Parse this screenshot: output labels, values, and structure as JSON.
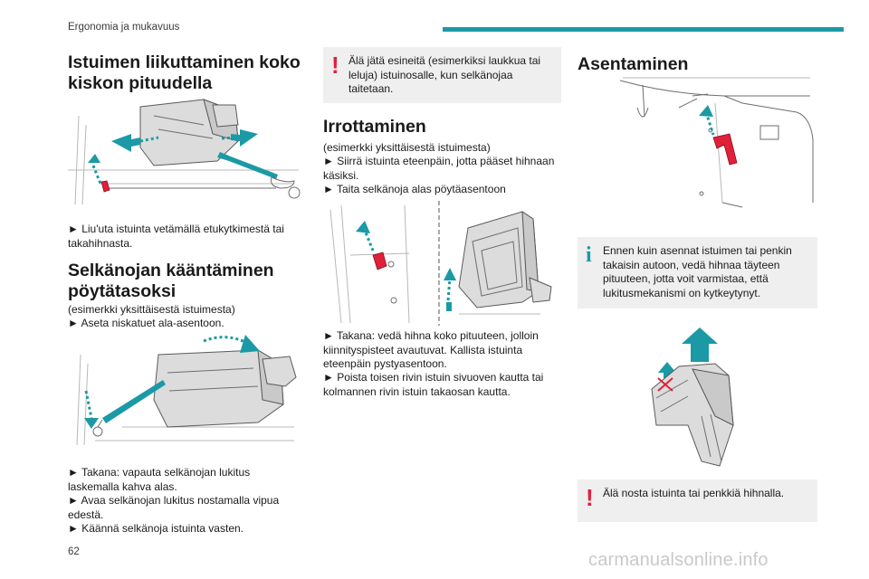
{
  "header": {
    "section": "Ergonomia ja mukavuus",
    "accent_color": "#1b9aa6"
  },
  "page_number": "62",
  "watermark": "carmanualsonline.info",
  "col1": {
    "title1": "Istuimen liikuttaminen koko kiskon pituudella",
    "fig1_caption": "► Liu'uta istuinta vetämällä etukytkimestä tai takahihnasta.",
    "title2": "Selkänojan kääntäminen pöytätasoksi",
    "intro2": "(esimerkki yksittäisestä istuimesta)",
    "step2_1": "► Aseta niskatuet ala-asentoon.",
    "step2_2": "► Takana: vapauta selkänojan lukitus laskemalla kahva alas.",
    "step2_3": "► Avaa selkänojan lukitus nostamalla vipua edestä.",
    "step2_4": "► Käännä selkänoja istuinta vasten."
  },
  "col2": {
    "warning": "Älä jätä esineitä (esimerkiksi laukkua tai leluja) istuinosalle, kun selkänojaa taitetaan.",
    "title": "Irrottaminen",
    "intro": "(esimerkki yksittäisestä istuimesta)",
    "step1": "► Siirrä istuinta eteenpäin, jotta pääset hihnaan käsiksi.",
    "step2": "► Taita selkänoja alas pöytäasentoon",
    "step3": "► Takana: vedä hihna koko pituuteen, jolloin kiinnityspisteet avautuvat. Kallista istuinta eteenpäin pystyasentoon.",
    "step4": "► Poista toisen rivin istuin sivuoven kautta tai kolmannen rivin istuin takaosan kautta."
  },
  "col3": {
    "title": "Asentaminen",
    "info": "Ennen kuin asennat istuimen tai penkin takaisin autoon, vedä hihnaa täyteen pituuteen, jotta voit varmistaa, että lukitusmekanismi on kytkeytynyt.",
    "warning": "Älä nosta istuinta tai penkkiä hihnalla."
  },
  "symbols": {
    "warning": "!",
    "info": "i"
  }
}
